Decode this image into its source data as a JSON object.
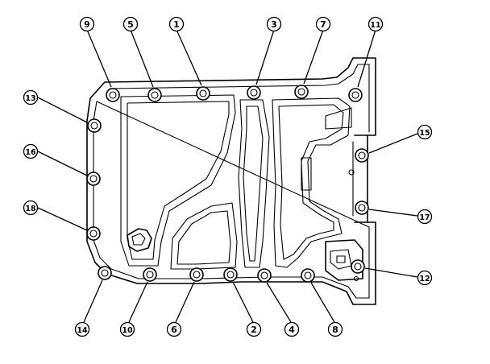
{
  "diagram": {
    "labels": [
      {
        "text": "9",
        "bolt": "b9"
      },
      {
        "text": "5",
        "bolt": "b5"
      },
      {
        "text": "1",
        "bolt": "b1"
      },
      {
        "text": "3",
        "bolt": "b3"
      },
      {
        "text": "7",
        "bolt": "b7"
      },
      {
        "text": "11",
        "bolt": "b11"
      },
      {
        "text": "13",
        "bolt": "b13"
      },
      {
        "text": "15",
        "bolt": "b15"
      },
      {
        "text": "16",
        "bolt": "b16"
      },
      {
        "text": "17",
        "bolt": "b17"
      },
      {
        "text": "18",
        "bolt": "b18"
      },
      {
        "text": "12",
        "bolt": "b12"
      },
      {
        "text": "14",
        "bolt": "b14"
      },
      {
        "text": "10",
        "bolt": "b10"
      },
      {
        "text": "6",
        "bolt": "b6"
      },
      {
        "text": "2",
        "bolt": "b2"
      },
      {
        "text": "4",
        "bolt": "b4"
      },
      {
        "text": "8",
        "bolt": "b8"
      }
    ]
  }
}
